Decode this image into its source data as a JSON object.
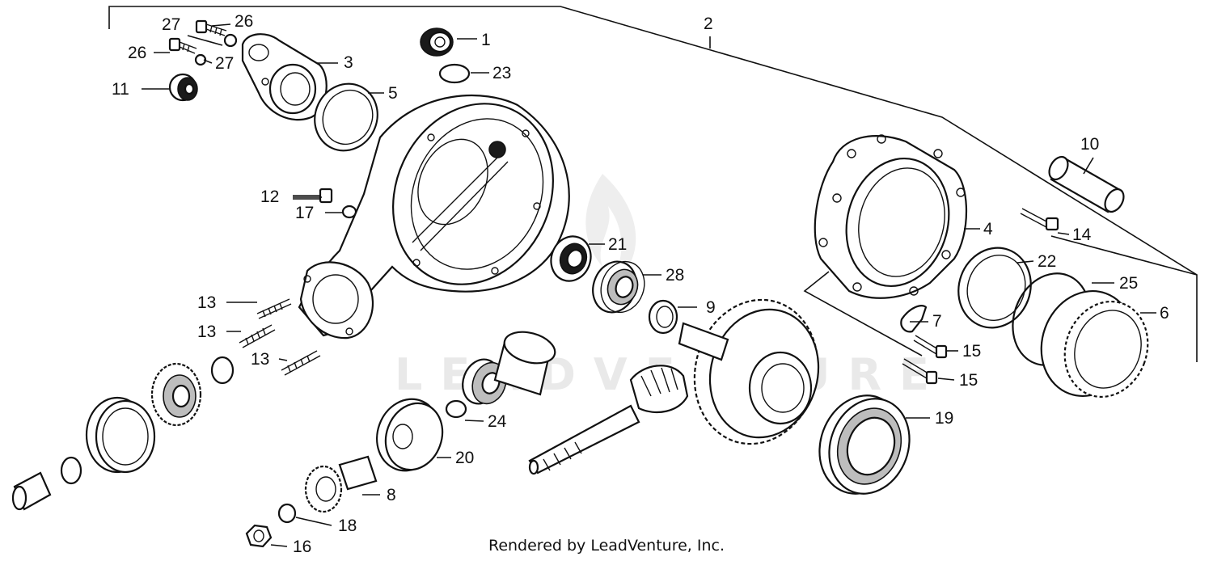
{
  "watermark": "LEADVENTURE",
  "footer": "Rendered by LeadVenture, Inc.",
  "callouts": {
    "p1": "1",
    "p2": "2",
    "p3": "3",
    "p4": "4",
    "p5": "5",
    "p6": "6",
    "p7": "7",
    "p8": "8",
    "p9": "9",
    "p10": "10",
    "p11": "11",
    "p12": "12",
    "p13a": "13",
    "p13b": "13",
    "p13c": "13",
    "p14": "14",
    "p15a": "15",
    "p15b": "15",
    "p16": "16",
    "p17": "17",
    "p18": "18",
    "p19": "19",
    "p20": "20",
    "p21": "21",
    "p22": "22",
    "p23": "23",
    "p24": "24",
    "p25": "25",
    "p26a": "26",
    "p26b": "26",
    "p27a": "27",
    "p27b": "27",
    "p28": "28"
  }
}
